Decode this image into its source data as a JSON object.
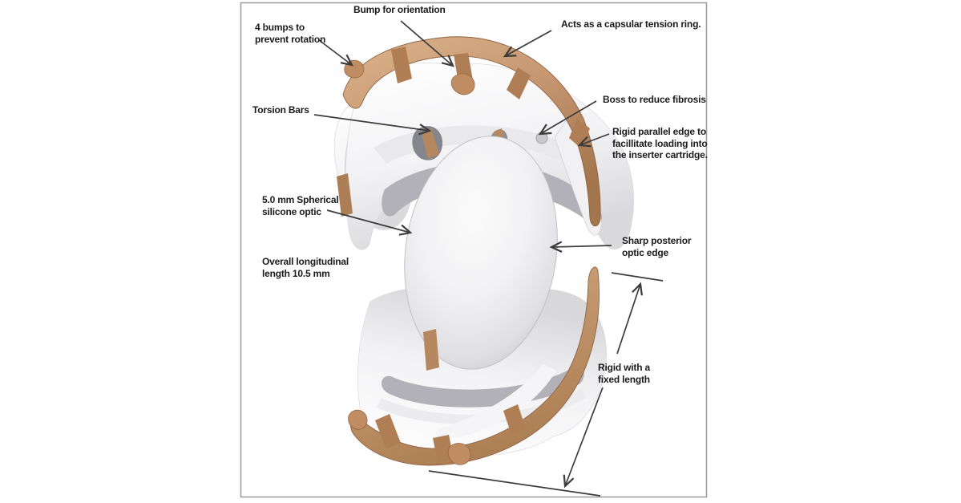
{
  "figure": {
    "type": "annotated-technical-diagram",
    "subject": "intraocular lens implant with capsular tension ring",
    "frame_border_color": "#9f9f9f",
    "background_color": "#ffffff"
  },
  "labels": {
    "bump_for_orientation": "Bump for orientation",
    "four_bumps": "4 bumps to\nprevent rotation",
    "capsular_tension_ring": "Acts as a capsular tension ring.",
    "torsion_bars": "Torsion Bars",
    "boss": "Boss to reduce fibrosis",
    "rigid_parallel_edge": "Rigid parallel edge to\nfacillitate loading into\nthe inserter cartridge.",
    "spherical_optic": "5.0 mm Spherical\nsilicone optic",
    "overall_length": "Overall longitudinal\nlength 10.5 mm",
    "sharp_posterior": "Sharp posterior\noptic edge",
    "rigid_fixed": "Rigid with a\nfixed length"
  },
  "measurements": {
    "optic_diameter_mm": "5.0",
    "overall_longitudinal_length_mm": "10.5"
  },
  "colors": {
    "ring_tan": "#c59670",
    "ring_tan_dark": "#8f6243",
    "haptic_white": "#f7f7f9",
    "haptic_shadow": "#b1b1b7",
    "optic_gray": "#d9d9db",
    "annotation_line": "#3c3c3c",
    "text": "#1b1b1b"
  }
}
